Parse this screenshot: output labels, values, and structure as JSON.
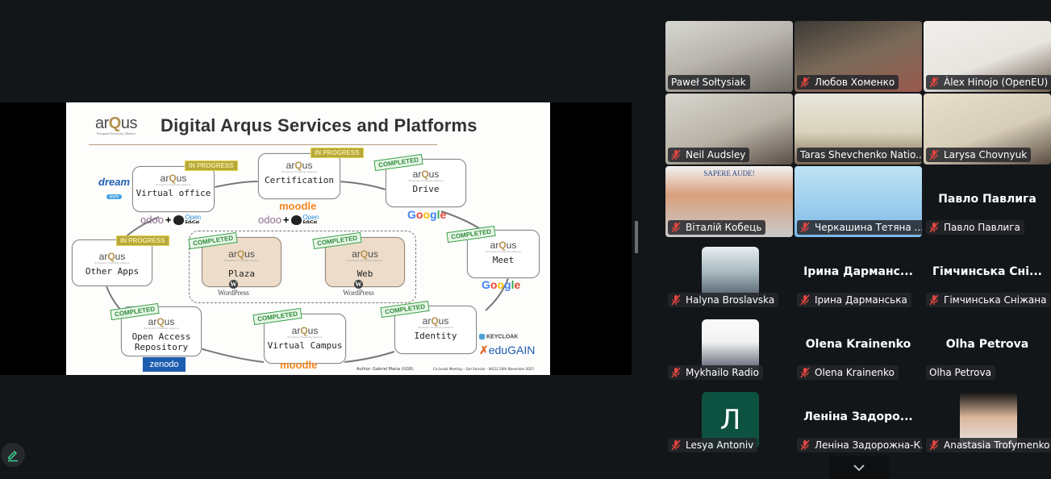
{
  "app": {
    "name": "Video meeting - screen share"
  },
  "shared_slide": {
    "logo": {
      "word_a": "ar",
      "word_q": "Q",
      "word_b": "us",
      "subtitle": "European University Alliance"
    },
    "title": "Digital Arqus Services and Platforms",
    "nodes": [
      {
        "label": "Virtual office",
        "status": "IN PROGRESS",
        "tools": [
          "dream apply",
          "odoo + Open EduCat"
        ]
      },
      {
        "label": "Certification",
        "status": "IN PROGRESS",
        "tools": [
          "moodle",
          "odoo + Open EduCat"
        ]
      },
      {
        "label": "Drive",
        "status": "COMPLETED",
        "tools": [
          "Google"
        ]
      },
      {
        "label": "Other Apps",
        "status": "IN PROGRESS",
        "tools": []
      },
      {
        "label": "Plaza",
        "status": "COMPLETED",
        "tools": [
          "WordPress"
        ]
      },
      {
        "label": "Web",
        "status": "COMPLETED",
        "tools": [
          "WordPress"
        ]
      },
      {
        "label": "Meet",
        "status": "COMPLETED",
        "tools": [
          "Google"
        ]
      },
      {
        "label_line1": "Open Access",
        "label_line2": "Repository",
        "status": "COMPLETED",
        "tools": [
          "zenodo"
        ]
      },
      {
        "label": "Virtual Campus",
        "status": "COMPLETED",
        "tools": [
          "moodle"
        ]
      },
      {
        "label": "Identity",
        "status": "COMPLETED",
        "tools": [
          "KEYCLOAK",
          "eduGAIN"
        ]
      }
    ],
    "logos": {
      "dream": "dream",
      "apply": "apply",
      "odoo": "odoo",
      "plus": "+",
      "open": "Open",
      "educat": "EduCat",
      "moodle": "moodle",
      "google": [
        "G",
        "o",
        "o",
        "g",
        "l",
        "e"
      ],
      "wordpress": "WordPress",
      "wp_mark": "W",
      "zenodo": "zenodo",
      "keycloak": "KEYCLOAK",
      "edugain": "eduGAIN"
    },
    "author": "Author: Gabriel Macia (UGR)",
    "footer": "Co-Leads Meeting – San Servolo – WG12 20th November 2025"
  },
  "colors": {
    "active_speaker": "#3ddc97",
    "muted_icon": "#e0463f",
    "background": "#131619",
    "completed": "#3aa048",
    "in_progress": "#b7a93a"
  },
  "participants": [
    {
      "name": "Paweł Sołtysiak",
      "muted": false,
      "active": true,
      "video": "camera"
    },
    {
      "name": "Любов Хоменко",
      "muted": true,
      "video": "camera"
    },
    {
      "name": "Àlex Hinojo (OpenEU)",
      "muted": true,
      "video": "camera"
    },
    {
      "name": "Neil Audsley",
      "muted": true,
      "video": "camera"
    },
    {
      "name": "Taras Shevchenko Natio...",
      "muted": false,
      "video": "camera"
    },
    {
      "name": "Larysa Chovnyuk",
      "muted": true,
      "video": "camera"
    },
    {
      "name": "Віталій Кобець",
      "muted": true,
      "video": "camera",
      "bg_text": "SAPERE AUDE!"
    },
    {
      "name": "Черкашина Тетяна ...",
      "muted": true,
      "video": "camera"
    },
    {
      "name": "Павло Павлига",
      "display": "Павло Павлига",
      "muted": true,
      "video": "off"
    },
    {
      "name": "Halyna Broslavska",
      "muted": true,
      "video": "photo"
    },
    {
      "name": "Ірина Дарманська",
      "display": "Ірина  Дарманс...",
      "muted": true,
      "video": "off"
    },
    {
      "name": "Гімчинська Сніжана",
      "display": "Гімчинська  Сні...",
      "muted": true,
      "video": "off"
    },
    {
      "name": "Mykhailo Radio",
      "muted": true,
      "video": "photo"
    },
    {
      "name": "Olena Krainenko",
      "display": "Olena Krainenko",
      "muted": true,
      "video": "off"
    },
    {
      "name": "Olha Petrova",
      "display": "Olha Petrova",
      "muted": false,
      "video": "off"
    },
    {
      "name": "Lesya Antoniv",
      "muted": true,
      "video": "initial",
      "initial": "Л"
    },
    {
      "name": "Леніна Задорожна-К...",
      "display": "Леніна  Задоро...",
      "muted": true,
      "video": "off"
    },
    {
      "name": "Anastasia Trofymenko",
      "muted": true,
      "video": "photo"
    }
  ],
  "controls": {
    "annotate_icon": "pencil-icon",
    "scroll_down_icon": "chevron-down-icon",
    "splitter": "resize-handle"
  }
}
